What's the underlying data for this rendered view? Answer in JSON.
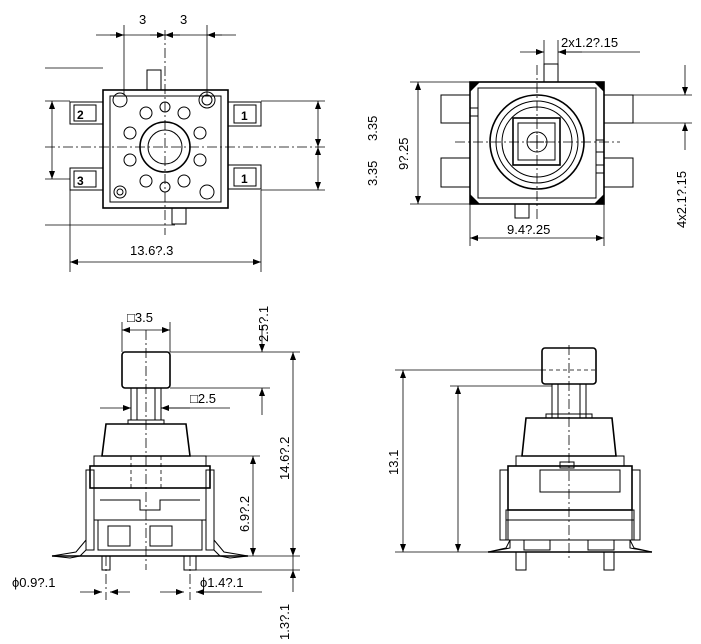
{
  "diagram": {
    "top_view": {
      "pin_spacing_left": "3",
      "pin_spacing_right": "3",
      "width_dimension": "13.6?.3",
      "half_height_upper": "3.35",
      "half_height_lower": "3.35",
      "pin_labels": [
        "2",
        "3",
        "1",
        "1"
      ]
    },
    "bottom_view": {
      "tab_dimension": "2x1.2?.15",
      "height_dimension": "9?.25",
      "width_dimension": "9.4?.25",
      "pin_width_dimension": "4x2.1?.15"
    },
    "front_view": {
      "knob_square": "□3.5",
      "knob_height": "2.5?.1",
      "shaft_square": "□2.5",
      "total_height": "14.6?.2",
      "body_height": "6.9?.2",
      "pin_diameter_left": "ϕ0.9?.1",
      "pin_diameter_right": "ϕ1.4?.1",
      "pin_length": "1.3?.1"
    },
    "side_view": {
      "height_dimension": "13.1"
    }
  }
}
